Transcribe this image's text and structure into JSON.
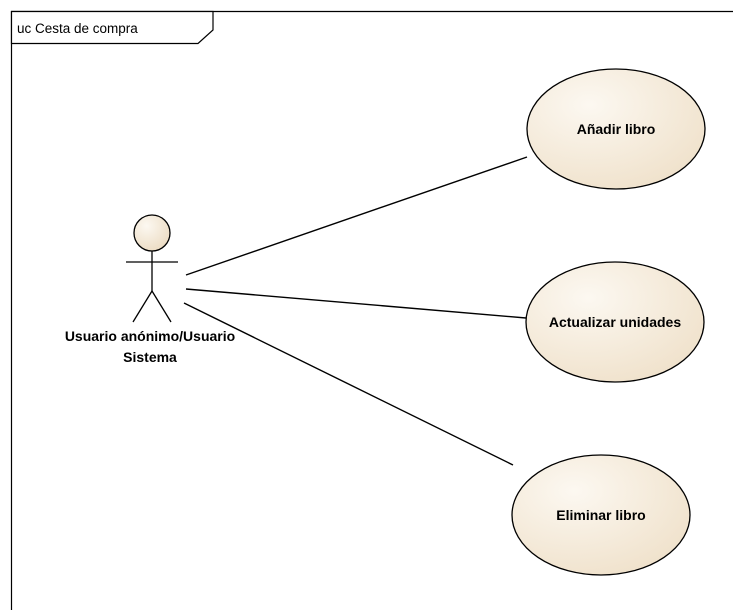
{
  "frame": {
    "label": "uc Cesta de compra"
  },
  "actor": {
    "name_line1": "Usuario anónimo/Usuario",
    "name_line2": "Sistema"
  },
  "use_cases": [
    {
      "label": "Añadir libro"
    },
    {
      "label": "Actualizar unidades"
    },
    {
      "label": "Eliminar libro"
    }
  ],
  "colors": {
    "use_case_fill": "#f2e6d3",
    "use_case_fill_light": "#fcf8f1",
    "line": "#000000",
    "frame_border": "#000000",
    "frame_tab_fill": "#ffffff"
  }
}
